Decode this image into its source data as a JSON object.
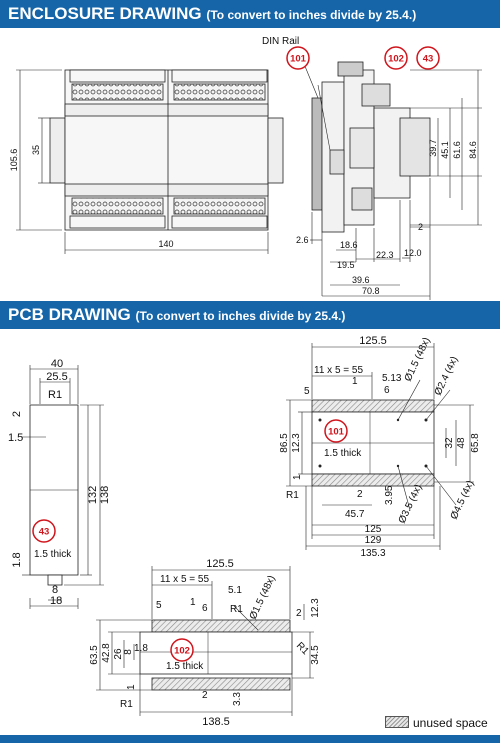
{
  "banner1": {
    "title": "ENCLOSURE DRAWING",
    "note": "(To convert to inches divide by 25.4.)"
  },
  "banner2": {
    "title": "PCB DRAWING",
    "note": "(To convert to inches divide by 25.4.)"
  },
  "enclosure": {
    "din_rail": "DIN Rail",
    "callouts": [
      "101",
      "102",
      "43"
    ],
    "dims": {
      "height_total": "105.6",
      "height_inner": "35",
      "width": "140",
      "d_26": "2.6",
      "d_186": "18.6",
      "d_195": "19.5",
      "d_223": "22.3",
      "d_396": "39.6",
      "d_708": "70.8",
      "d_2": "2",
      "d_120": "12.0",
      "d_397": "39.7",
      "d_451": "45.1",
      "d_616": "61.6",
      "d_846": "84.6"
    }
  },
  "pcb43": {
    "callout": "43",
    "thick": "1.5 thick",
    "dims": {
      "w40": "40",
      "w255": "25.5",
      "r1": "R1",
      "d2": "2",
      "d15": "1.5",
      "h132": "132",
      "h138": "138",
      "d18": "1.8",
      "b8": "8",
      "b18": "18"
    }
  },
  "pcb101": {
    "callout": "101",
    "thick": "1.5 thick",
    "dims": {
      "w1255": "125.5",
      "pitch": "11 x 5 = 55",
      "d513": "5.13",
      "d5": "5",
      "d1": "1",
      "d6": "6",
      "h1": "Ø1.5 (48x)",
      "h2": "Ø2.4 (4x)",
      "d123": "12.3",
      "d865": "86.5",
      "d32": "32",
      "d48": "48",
      "d658": "65.8",
      "r1": "R1",
      "d1b": "1",
      "d2": "2",
      "d395": "3.95",
      "d457": "45.7",
      "h3": "Ø3.5 (4x)",
      "h4": "Ø4.5 (4x)",
      "w125": "125",
      "w129": "129",
      "w1353": "135.3"
    }
  },
  "pcb102": {
    "callout": "102",
    "thick": "1.5 thick",
    "dims": {
      "w1255": "125.5",
      "pitch": "11 x 5 = 55",
      "d51": "5.1",
      "d5": "5",
      "d1": "1",
      "d6": "6",
      "r1": "R1",
      "h1": "Ø1.5 (48x)",
      "d2": "2",
      "d123": "12.3",
      "d635": "63.5",
      "d428": "42.8",
      "d26": "26",
      "d8": "8",
      "d18": "1.8",
      "r1b": "R1",
      "d345": "34.5",
      "d1b": "1",
      "r1c": "R1",
      "d2b": "2",
      "d33": "3.3",
      "w1385": "138.5"
    }
  },
  "legend": {
    "label": "unused space"
  },
  "colors": {
    "banner": "#1565a8",
    "callout": "#d0141c",
    "hatch": "#999999"
  }
}
